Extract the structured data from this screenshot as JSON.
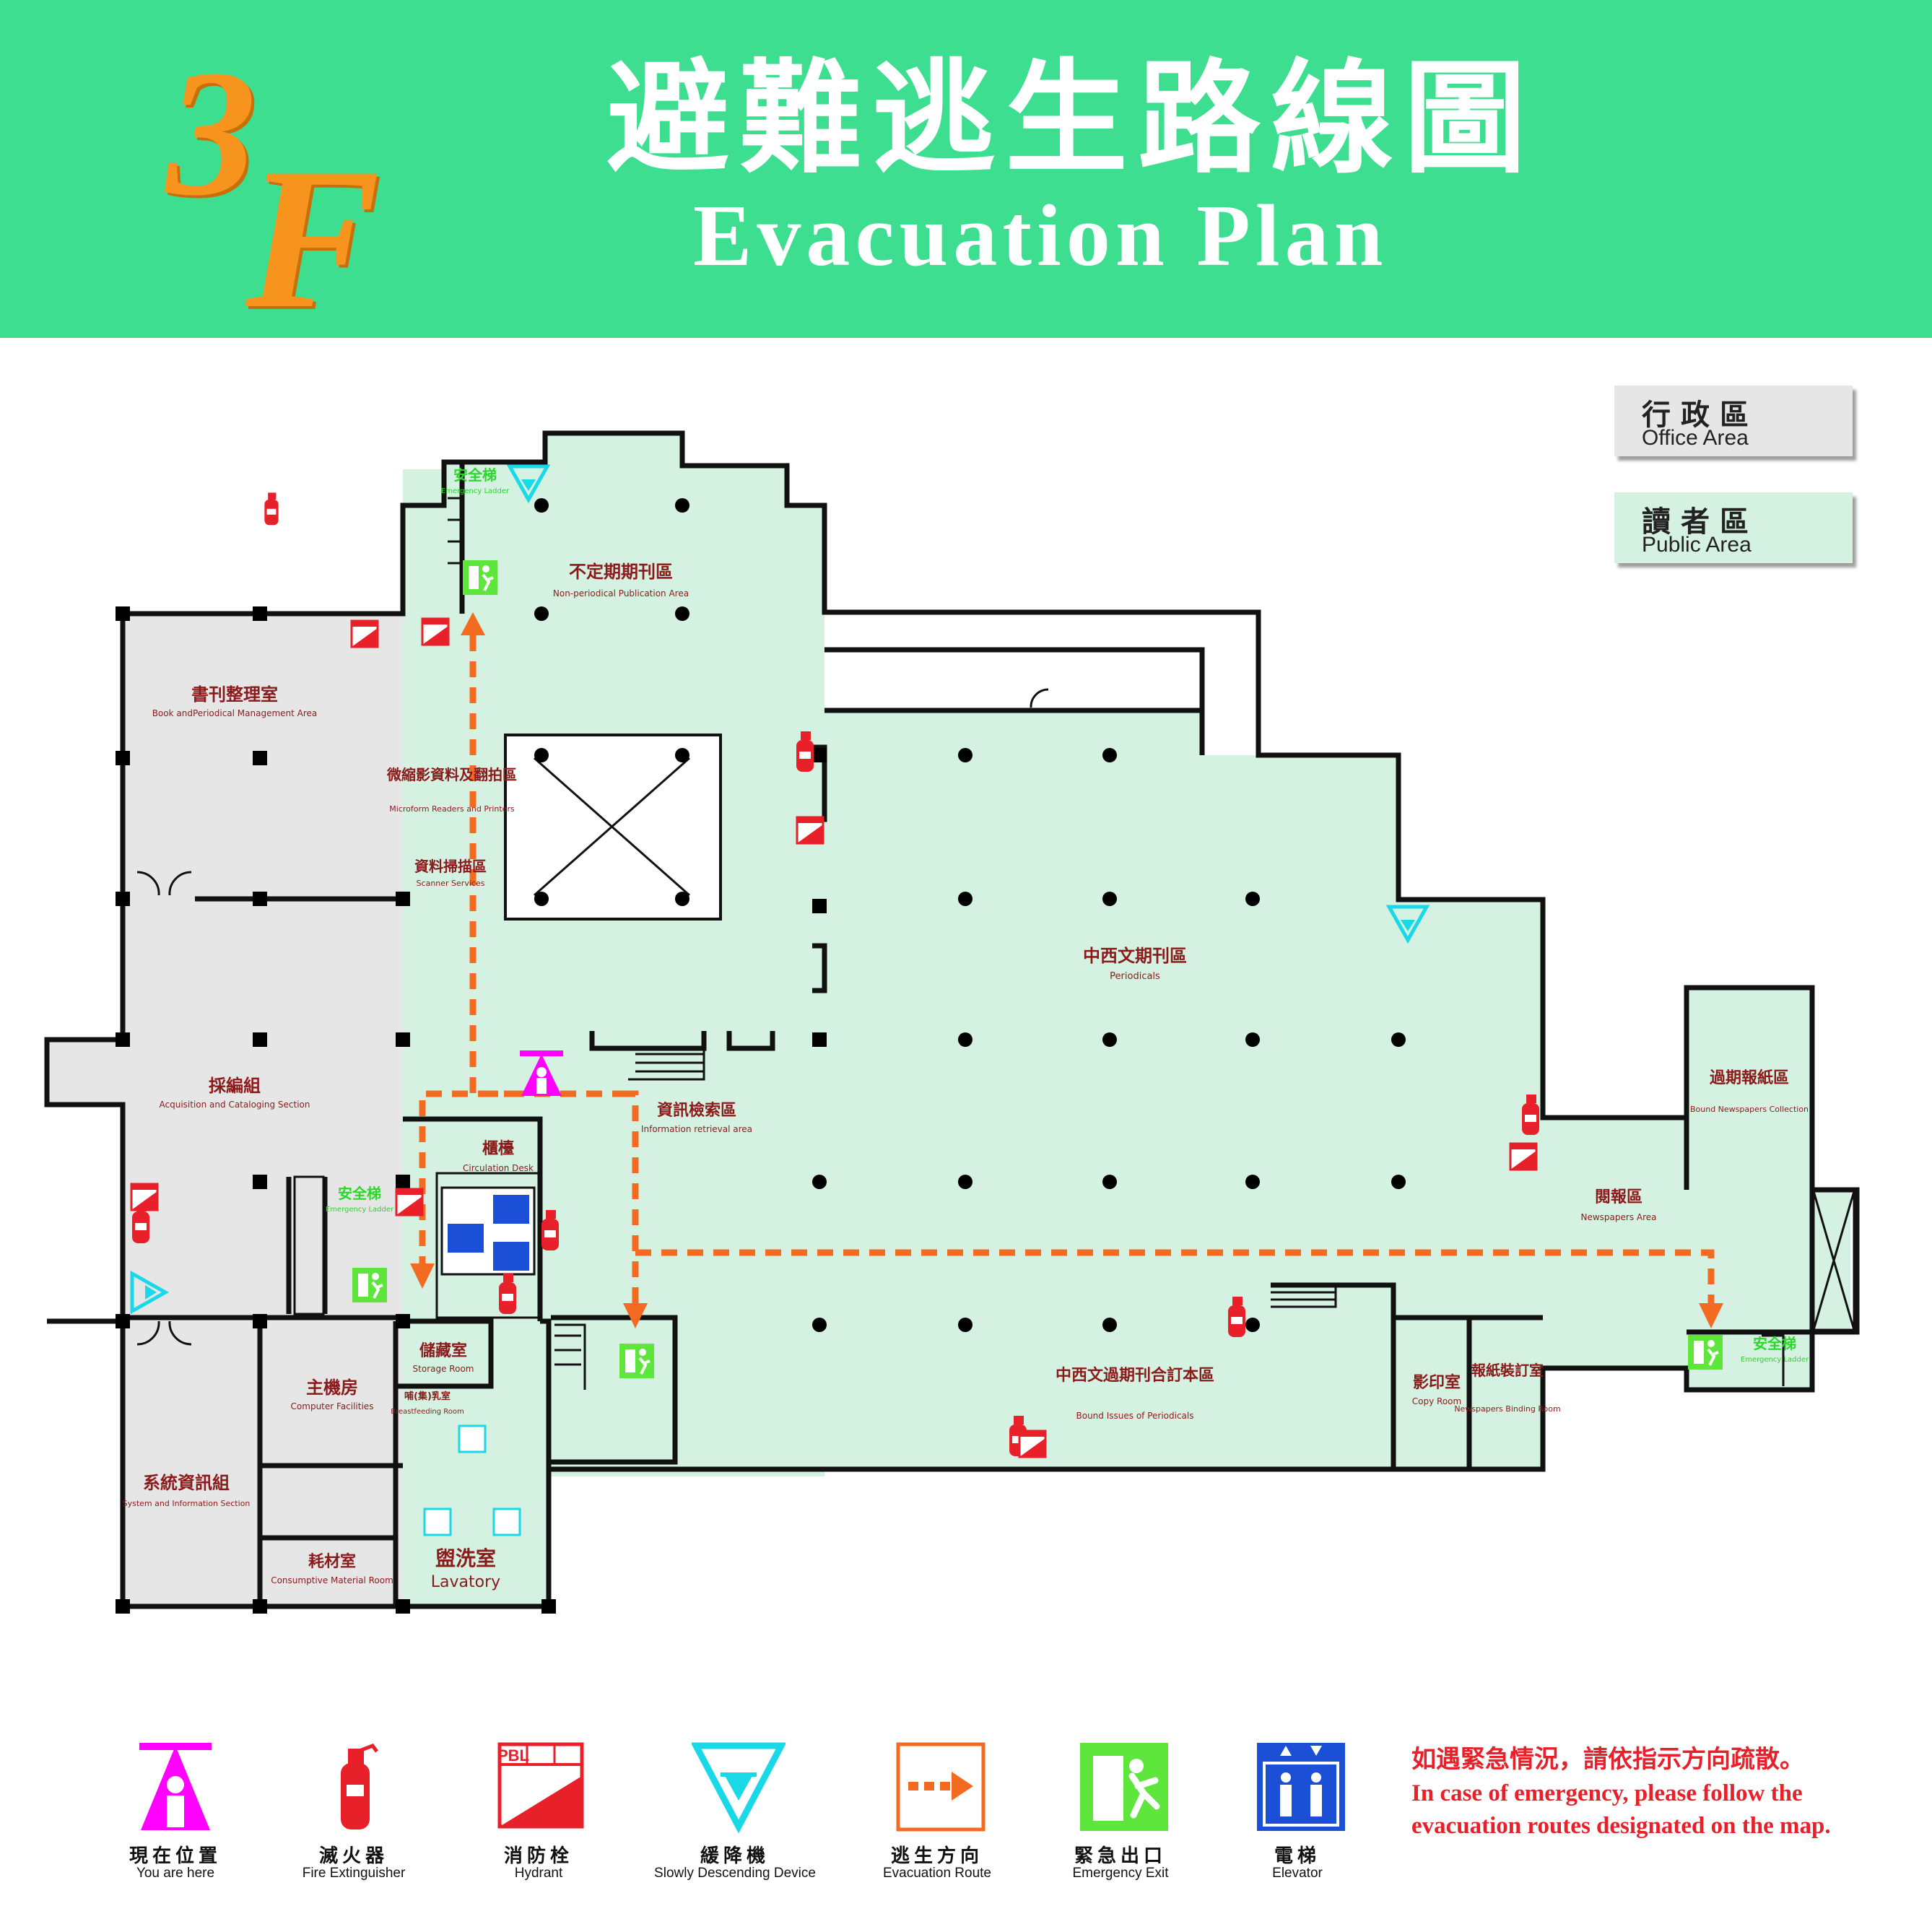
{
  "header": {
    "floor_number": "3",
    "floor_letter": "F",
    "title_cn": "避難逃生路線圖",
    "title_en": "Evacuation Plan"
  },
  "area_key": [
    {
      "cn": "行政區",
      "en": "Office Area",
      "color": "#e6e6e6"
    },
    {
      "cn": "讀者區",
      "en": "Public Area",
      "color": "#d4f1e2"
    }
  ],
  "rooms": [
    {
      "id": "nonperiodical",
      "cn": "不定期期刊區",
      "en": "Non-periodical Publication Area"
    },
    {
      "id": "bookmgmt",
      "cn": "書刊整理室",
      "en": "Book andPeriodical Management Area"
    },
    {
      "id": "microform",
      "cn": "微縮影資料及翻拍區",
      "en": "Microform Readers and Printers"
    },
    {
      "id": "scanner",
      "cn": "資料掃描區",
      "en": "Scanner Services"
    },
    {
      "id": "periodicals",
      "cn": "中西文期刊區",
      "en": "Periodicals"
    },
    {
      "id": "acquisition",
      "cn": "採編組",
      "en": "Acquisition and Cataloging Section"
    },
    {
      "id": "inforetrieval",
      "cn": "資訊檢索區",
      "en": "Information retrieval area"
    },
    {
      "id": "circulation",
      "cn": "櫃檯",
      "en": "Circulation Desk"
    },
    {
      "id": "oldnewspapers",
      "cn": "過期報紙區",
      "en": "Bound Newspapers Collection"
    },
    {
      "id": "newspapers",
      "cn": "閱報區",
      "en": "Newspapers Area"
    },
    {
      "id": "computer",
      "cn": "主機房",
      "en": "Computer Facilities"
    },
    {
      "id": "storage",
      "cn": "儲藏室",
      "en": "Storage Room"
    },
    {
      "id": "breastfeeding",
      "cn": "哺(集)乳室",
      "en": "Breastfeeding Room"
    },
    {
      "id": "system",
      "cn": "系統資訊組",
      "en": "System and Information Section"
    },
    {
      "id": "consumptive",
      "cn": "耗材室",
      "en": "Consumptive Material Room"
    },
    {
      "id": "lavatory",
      "cn": "盥洗室",
      "en": "Lavatory"
    },
    {
      "id": "bound",
      "cn": "中西文過期刊合訂本區",
      "en": "Bound Issues of Periodicals"
    },
    {
      "id": "copy",
      "cn": "影印室",
      "en": "Copy Room"
    },
    {
      "id": "binding",
      "cn": "報紙裝訂室",
      "en": "Newspapers Binding Room"
    }
  ],
  "ladders": [
    {
      "cn": "安全梯",
      "en": "Emergency Ladder"
    },
    {
      "cn": "安全梯",
      "en": "Emergency Ladder"
    },
    {
      "cn": "安全梯",
      "en": "Emergency Ladder"
    }
  ],
  "hydrant_label": "PBL",
  "legend": [
    {
      "cn": "現在位置",
      "en": "You are here",
      "icon": "you-are-here-icon",
      "color": "#ff00ff"
    },
    {
      "cn": "滅火器",
      "en": "Fire Extinguisher",
      "icon": "fire-extinguisher-icon",
      "color": "#e8202a"
    },
    {
      "cn": "消防栓",
      "en": "Hydrant",
      "icon": "hydrant-icon",
      "color": "#e8202a"
    },
    {
      "cn": "緩降機",
      "en": "Slowly Descending Device",
      "icon": "descending-device-icon",
      "color": "#19d9e8"
    },
    {
      "cn": "逃生方向",
      "en": "Evacuation Route",
      "icon": "evacuation-route-icon",
      "color": "#f26b21"
    },
    {
      "cn": "緊急出口",
      "en": "Emergency Exit",
      "icon": "emergency-exit-icon",
      "color": "#5ee63c"
    },
    {
      "cn": "電梯",
      "en": "Elevator",
      "icon": "elevator-icon",
      "color": "#1a4fd6"
    }
  ],
  "notice": {
    "line1": "如遇緊急情況，請依指示方向疏散。",
    "line2": "In case of emergency, please follow the",
    "line3": "evacuation routes designated on the map."
  },
  "colors": {
    "header_bg": "#3dde90",
    "floor_number": "#f6941e",
    "route": "#f26b21",
    "room_label": "#8b1a1a"
  }
}
